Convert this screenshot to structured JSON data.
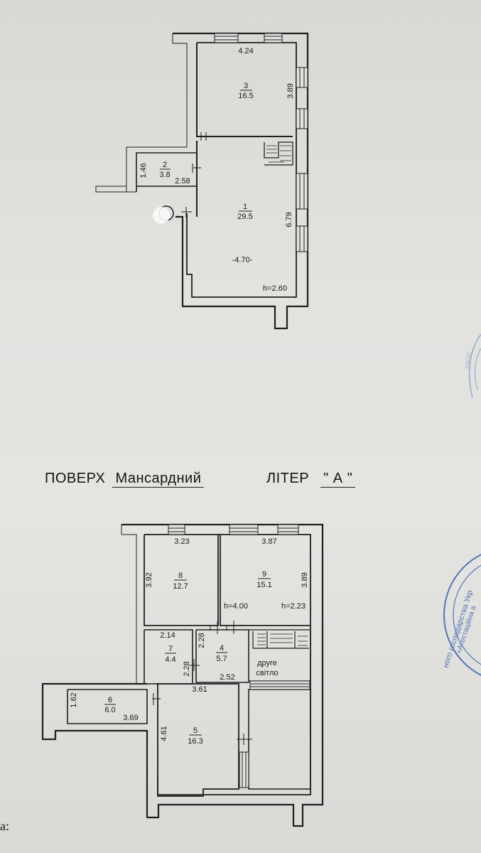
{
  "upper_plan": {
    "rooms": [
      {
        "number": "3",
        "area": "16.5"
      },
      {
        "number": "2",
        "area": "3.8"
      },
      {
        "number": "1",
        "area": "29.5"
      }
    ],
    "dimensions": {
      "d1": "4.24",
      "d2": "3.89",
      "d3": "1.46",
      "d4": "2.58",
      "d5": "6.79",
      "d6": "-4.70-"
    },
    "height_label": "h=2.60"
  },
  "floor_header": {
    "floor_label": "ПОВЕРХ",
    "floor_value": "Мансардний",
    "letter_label": "ЛІТЕР",
    "letter_value": "\" А \""
  },
  "lower_plan": {
    "rooms": [
      {
        "number": "8",
        "area": "12.7"
      },
      {
        "number": "9",
        "area": "15.1"
      },
      {
        "number": "7",
        "area": "4.4"
      },
      {
        "number": "4",
        "area": "5.7"
      },
      {
        "number": "6",
        "area": "6.0"
      },
      {
        "number": "5",
        "area": "16.3"
      }
    ],
    "dimensions": {
      "d1": "3.23",
      "d2": "3.87",
      "d3": "3.92",
      "d4": "3.89",
      "d5": "2.14",
      "d6": "2.28",
      "d7": "2.28",
      "d8": "2.52",
      "d9": "3.61",
      "d10": "1.62",
      "d11": "3.69",
      "d12": "4.61"
    },
    "heights": {
      "h1": "h=4.00",
      "h2": "h=2.23"
    },
    "light_well": {
      "line1": "друге",
      "line2": "світло"
    }
  },
  "stamp_text": {
    "line1": "ного господарства Укр",
    "line2": "«Атестаційна а"
  },
  "stamp_top_fragment": "УДОС",
  "legend_fragment": "а:"
}
